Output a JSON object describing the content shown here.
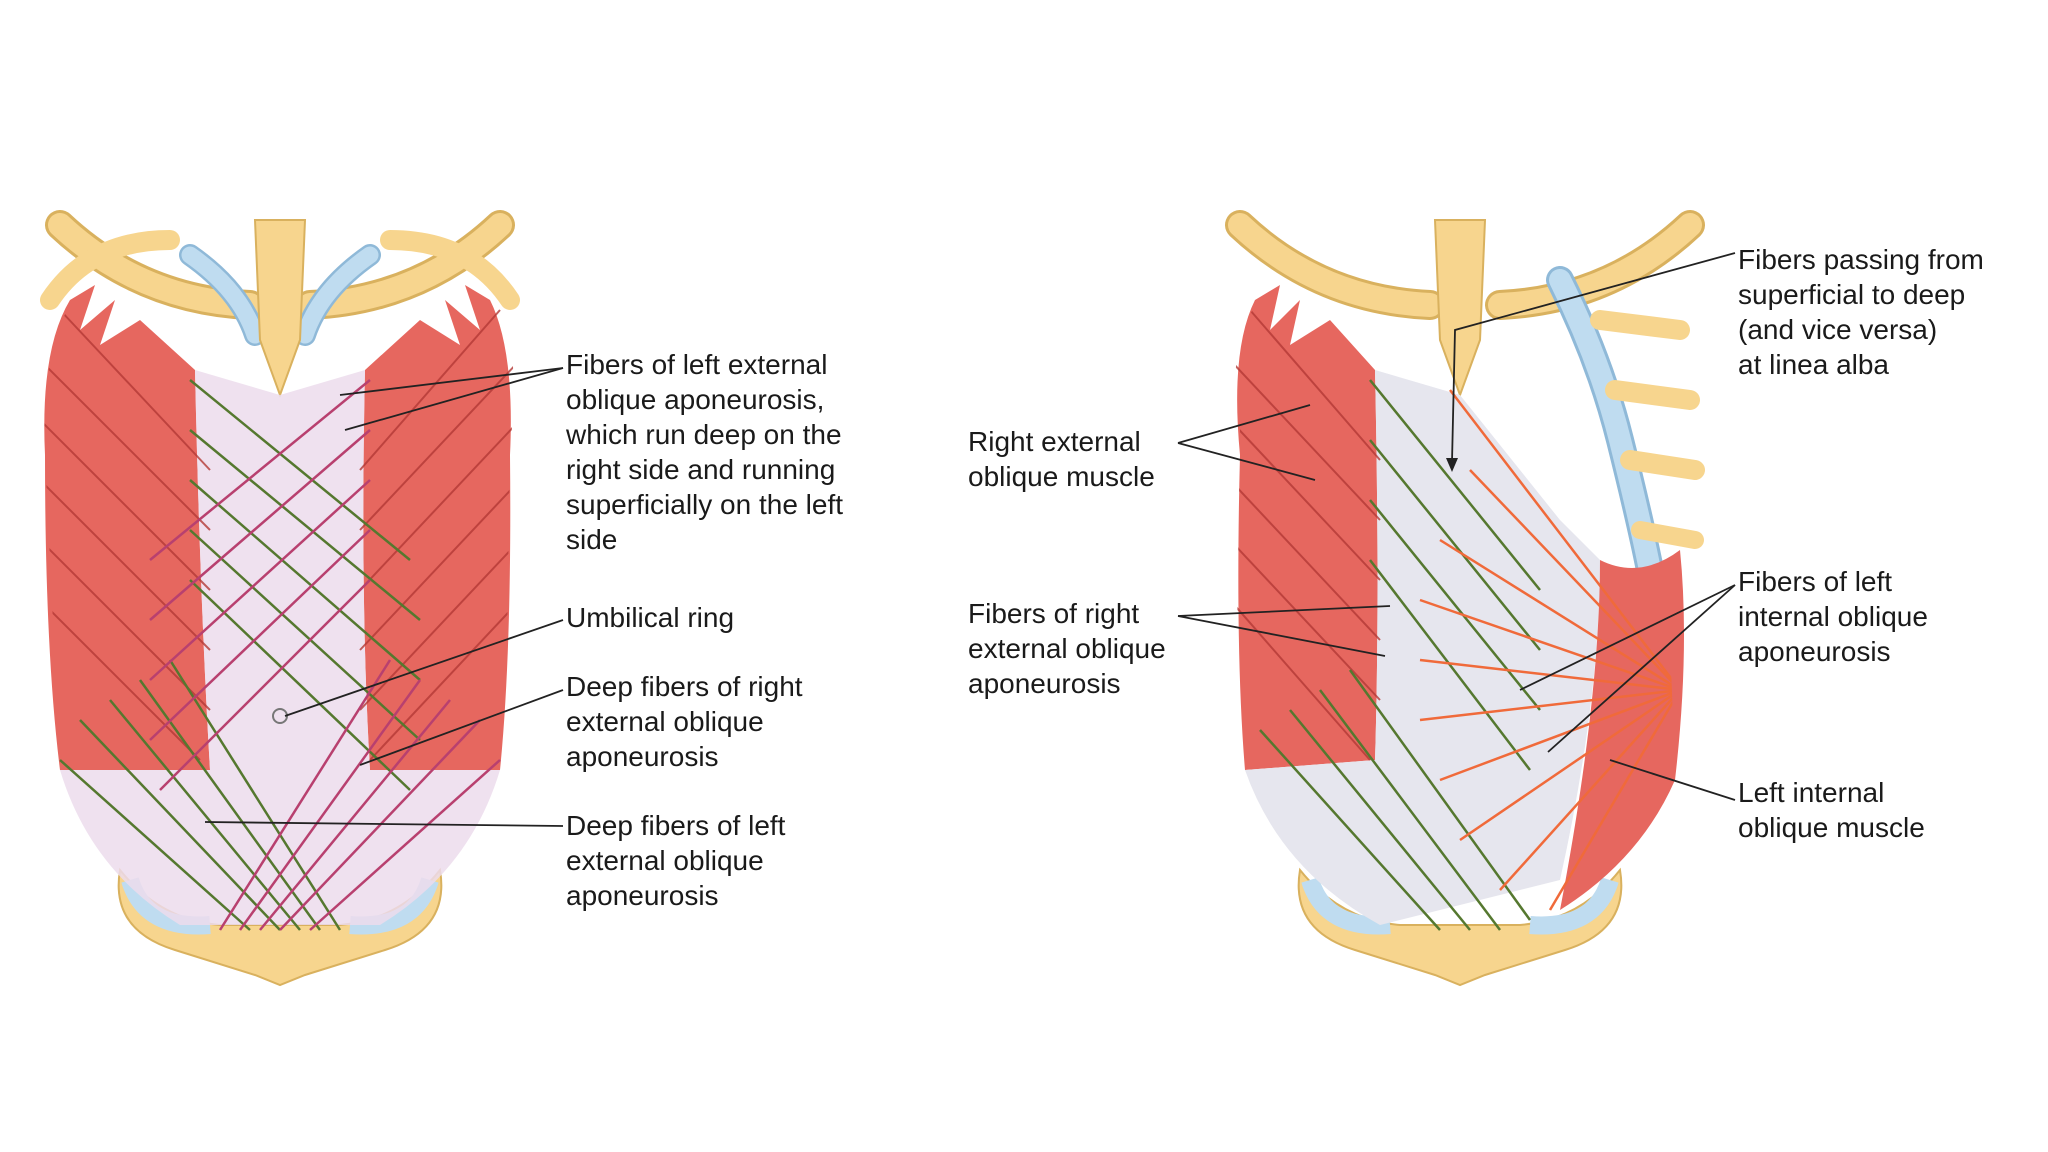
{
  "colors": {
    "bone": "#f7d58e",
    "bone_outline": "#d9b15e",
    "cartilage": "#bfdcf0",
    "cartilage_outline": "#8fb9d8",
    "muscle": "#e6675f",
    "muscle_line": "#b43a36",
    "aponeurosis": "#e6e6ee",
    "fiber_green": "#55782f",
    "fiber_magenta": "#b8406f",
    "fiber_orange": "#f06a3a",
    "leader": "#222222"
  },
  "left_panel": {
    "labels": {
      "fibers_left_external_oblique": [
        "Fibers of left external",
        "oblique aponeurosis,",
        "which run deep on the",
        "right side and running",
        "superficially on the left",
        "side"
      ],
      "umbilical_ring": [
        "Umbilical ring"
      ],
      "deep_fibers_right_external": [
        "Deep fibers of right",
        "external oblique",
        "aponeurosis"
      ],
      "deep_fibers_left_external": [
        "Deep fibers of left",
        "external oblique",
        "aponeurosis"
      ]
    }
  },
  "right_panel": {
    "labels": {
      "right_external_oblique_muscle": [
        "Right external",
        "oblique muscle"
      ],
      "fibers_right_external_aponeurosis": [
        "Fibers of right",
        "external oblique",
        "aponeurosis"
      ],
      "fibers_superficial_to_deep": [
        "Fibers passing from",
        "superficial to deep",
        "(and vice versa)",
        "at linea alba"
      ],
      "fibers_left_internal_aponeurosis": [
        "Fibers of left",
        "internal oblique",
        "aponeurosis"
      ],
      "left_internal_oblique_muscle": [
        "Left internal",
        "oblique muscle"
      ]
    }
  }
}
